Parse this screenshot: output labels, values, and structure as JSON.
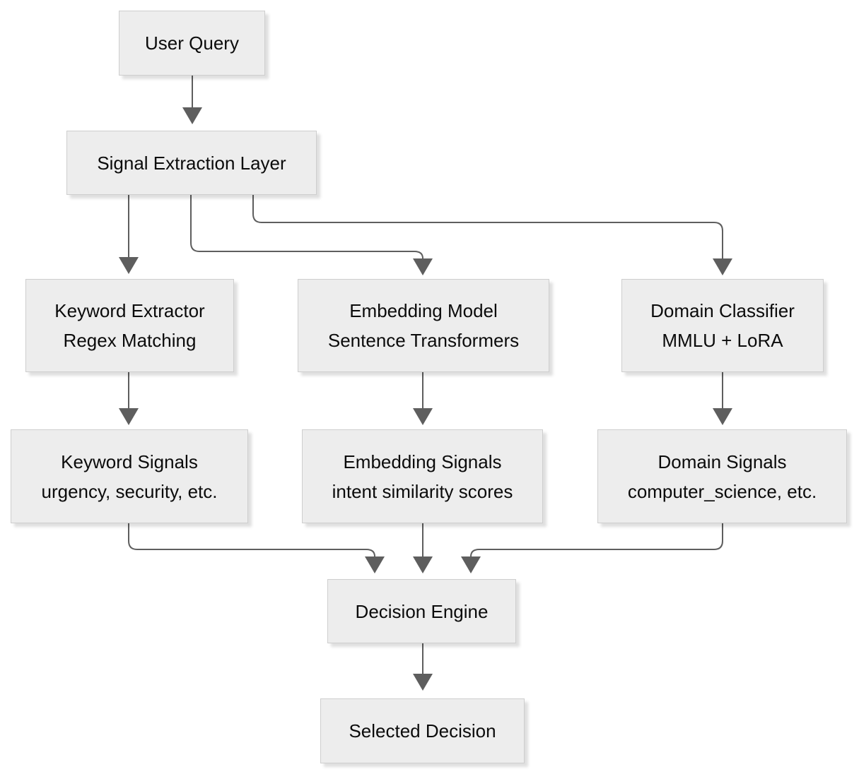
{
  "colors": {
    "canvas_bg": "#ffffff",
    "box_fill": "#ededed",
    "box_border": "#cecece",
    "connector_color": "#5e5e5e",
    "text_color": "#0b0b0b"
  },
  "nodes": {
    "user_query": {
      "title": "User Query"
    },
    "signal_extraction": {
      "title": "Signal Extraction Layer"
    },
    "keyword_extractor": {
      "title": "Keyword Extractor",
      "subtitle": "Regex Matching"
    },
    "embedding_model": {
      "title": "Embedding Model",
      "subtitle": "Sentence Transformers"
    },
    "domain_classifier": {
      "title": "Domain Classifier",
      "subtitle": "MMLU + LoRA"
    },
    "keyword_signals": {
      "title": "Keyword Signals",
      "subtitle": "urgency, security, etc."
    },
    "embedding_signals": {
      "title": "Embedding Signals",
      "subtitle": "intent similarity scores"
    },
    "domain_signals": {
      "title": "Domain Signals",
      "subtitle": "computer_science, etc."
    },
    "decision_engine": {
      "title": "Decision Engine"
    },
    "selected_decision": {
      "title": "Selected Decision"
    }
  },
  "edges": [
    {
      "from": "user_query",
      "to": "signal_extraction"
    },
    {
      "from": "signal_extraction",
      "to": "keyword_extractor"
    },
    {
      "from": "signal_extraction",
      "to": "embedding_model"
    },
    {
      "from": "signal_extraction",
      "to": "domain_classifier"
    },
    {
      "from": "keyword_extractor",
      "to": "keyword_signals"
    },
    {
      "from": "embedding_model",
      "to": "embedding_signals"
    },
    {
      "from": "domain_classifier",
      "to": "domain_signals"
    },
    {
      "from": "keyword_signals",
      "to": "decision_engine"
    },
    {
      "from": "embedding_signals",
      "to": "decision_engine"
    },
    {
      "from": "domain_signals",
      "to": "decision_engine"
    },
    {
      "from": "decision_engine",
      "to": "selected_decision"
    }
  ]
}
